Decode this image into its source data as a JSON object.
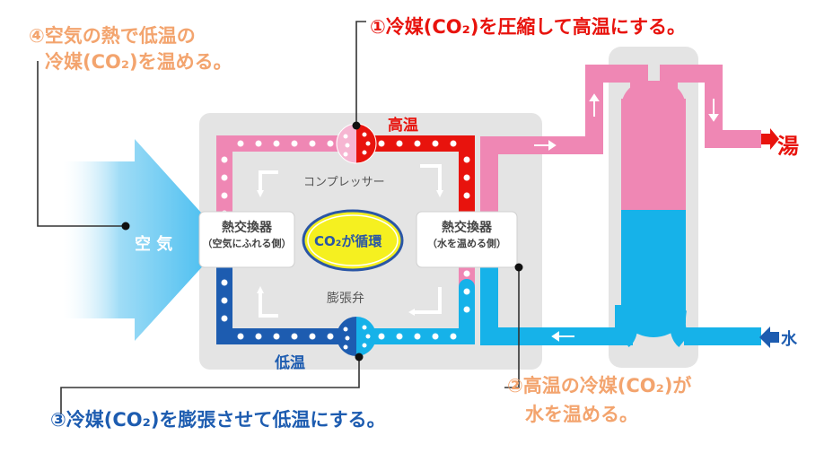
{
  "captions": {
    "step4_line1": "④空気の熱で低温の",
    "step4_line2": "冷媒(CO₂)を温める。",
    "step1": "①冷媒(CO₂)を圧縮して高温にする。",
    "step2_line1": "②高温の冷媒(CO₂)が",
    "step2_line2": "水を温める。",
    "step3": "③冷媒(CO₂)を膨張させて低温にする。"
  },
  "labels": {
    "air": "空 気",
    "high_temp": "高温",
    "low_temp": "低温",
    "compressor": "コンプレッサー",
    "expansion_valve": "膨張弁",
    "co2_cycle": "CO₂が循環",
    "hot_water": "湯",
    "water": "水"
  },
  "heat_exchanger_air": {
    "title": "熱交換器",
    "subtitle": "（空気にふれる側）"
  },
  "heat_exchanger_water": {
    "title": "熱交換器",
    "subtitle": "（水を温める側）"
  },
  "colors": {
    "orange_text": "#f3a46e",
    "red": "#e8130d",
    "dark_blue": "#1d5cb0",
    "pink": "#ef87b4",
    "cyan": "#16b2e9",
    "air_blue": "#55c7f2",
    "unit_gray": "#e4e4e4",
    "yellow": "#f5f020"
  }
}
